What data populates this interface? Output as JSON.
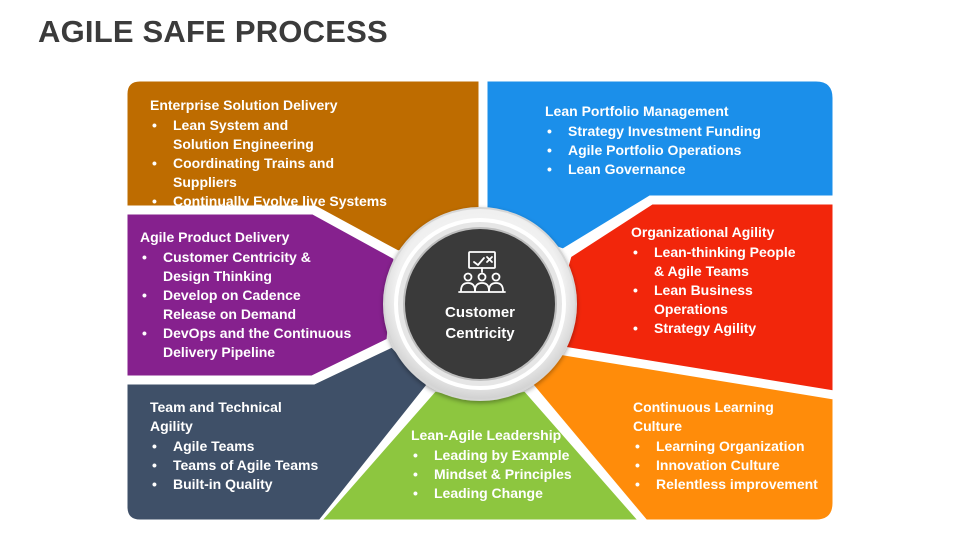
{
  "title": "AGILE SAFE PROCESS",
  "center": {
    "label": "Customer Centricity",
    "icon": "presentation-team-icon"
  },
  "colors": {
    "enterprise": "#BE6C00",
    "portfolio": "#1B8FEA",
    "product": "#86218E",
    "organizational": "#F2260B",
    "team": "#3F5068",
    "leadership": "#8DC63F",
    "learning": "#FF8C0A",
    "hub": "#3A3A3A"
  },
  "panels": {
    "enterprise": {
      "heading": "Enterprise Solution Delivery",
      "items": [
        "Lean System and Solution Engineering",
        "Coordinating Trains and Suppliers",
        "Continually Evolve live Systems"
      ]
    },
    "portfolio": {
      "heading": "Lean Portfolio Management",
      "items": [
        "Strategy Investment Funding",
        "Agile Portfolio Operations",
        "Lean Governance"
      ]
    },
    "product": {
      "heading": "Agile Product Delivery",
      "items": [
        "Customer Centricity & Design Thinking",
        "Develop on Cadence Release on Demand",
        "DevOps and the Continuous Delivery Pipeline"
      ]
    },
    "organizational": {
      "heading": "Organizational Agility",
      "items": [
        "Lean-thinking People & Agile Teams",
        "Lean Business Operations",
        "Strategy Agility"
      ]
    },
    "team": {
      "heading": "Team and Technical Agility",
      "items": [
        "Agile Teams",
        "Teams of Agile Teams",
        "Built-in Quality"
      ]
    },
    "leadership": {
      "heading": "Lean-Agile Leadership",
      "items": [
        "Leading by Example",
        "Mindset & Principles",
        "Leading Change"
      ]
    },
    "learning": {
      "heading": "Continuous Learning Culture",
      "items": [
        "Learning Organization",
        "Innovation Culture",
        "Relentless improvement"
      ]
    }
  }
}
